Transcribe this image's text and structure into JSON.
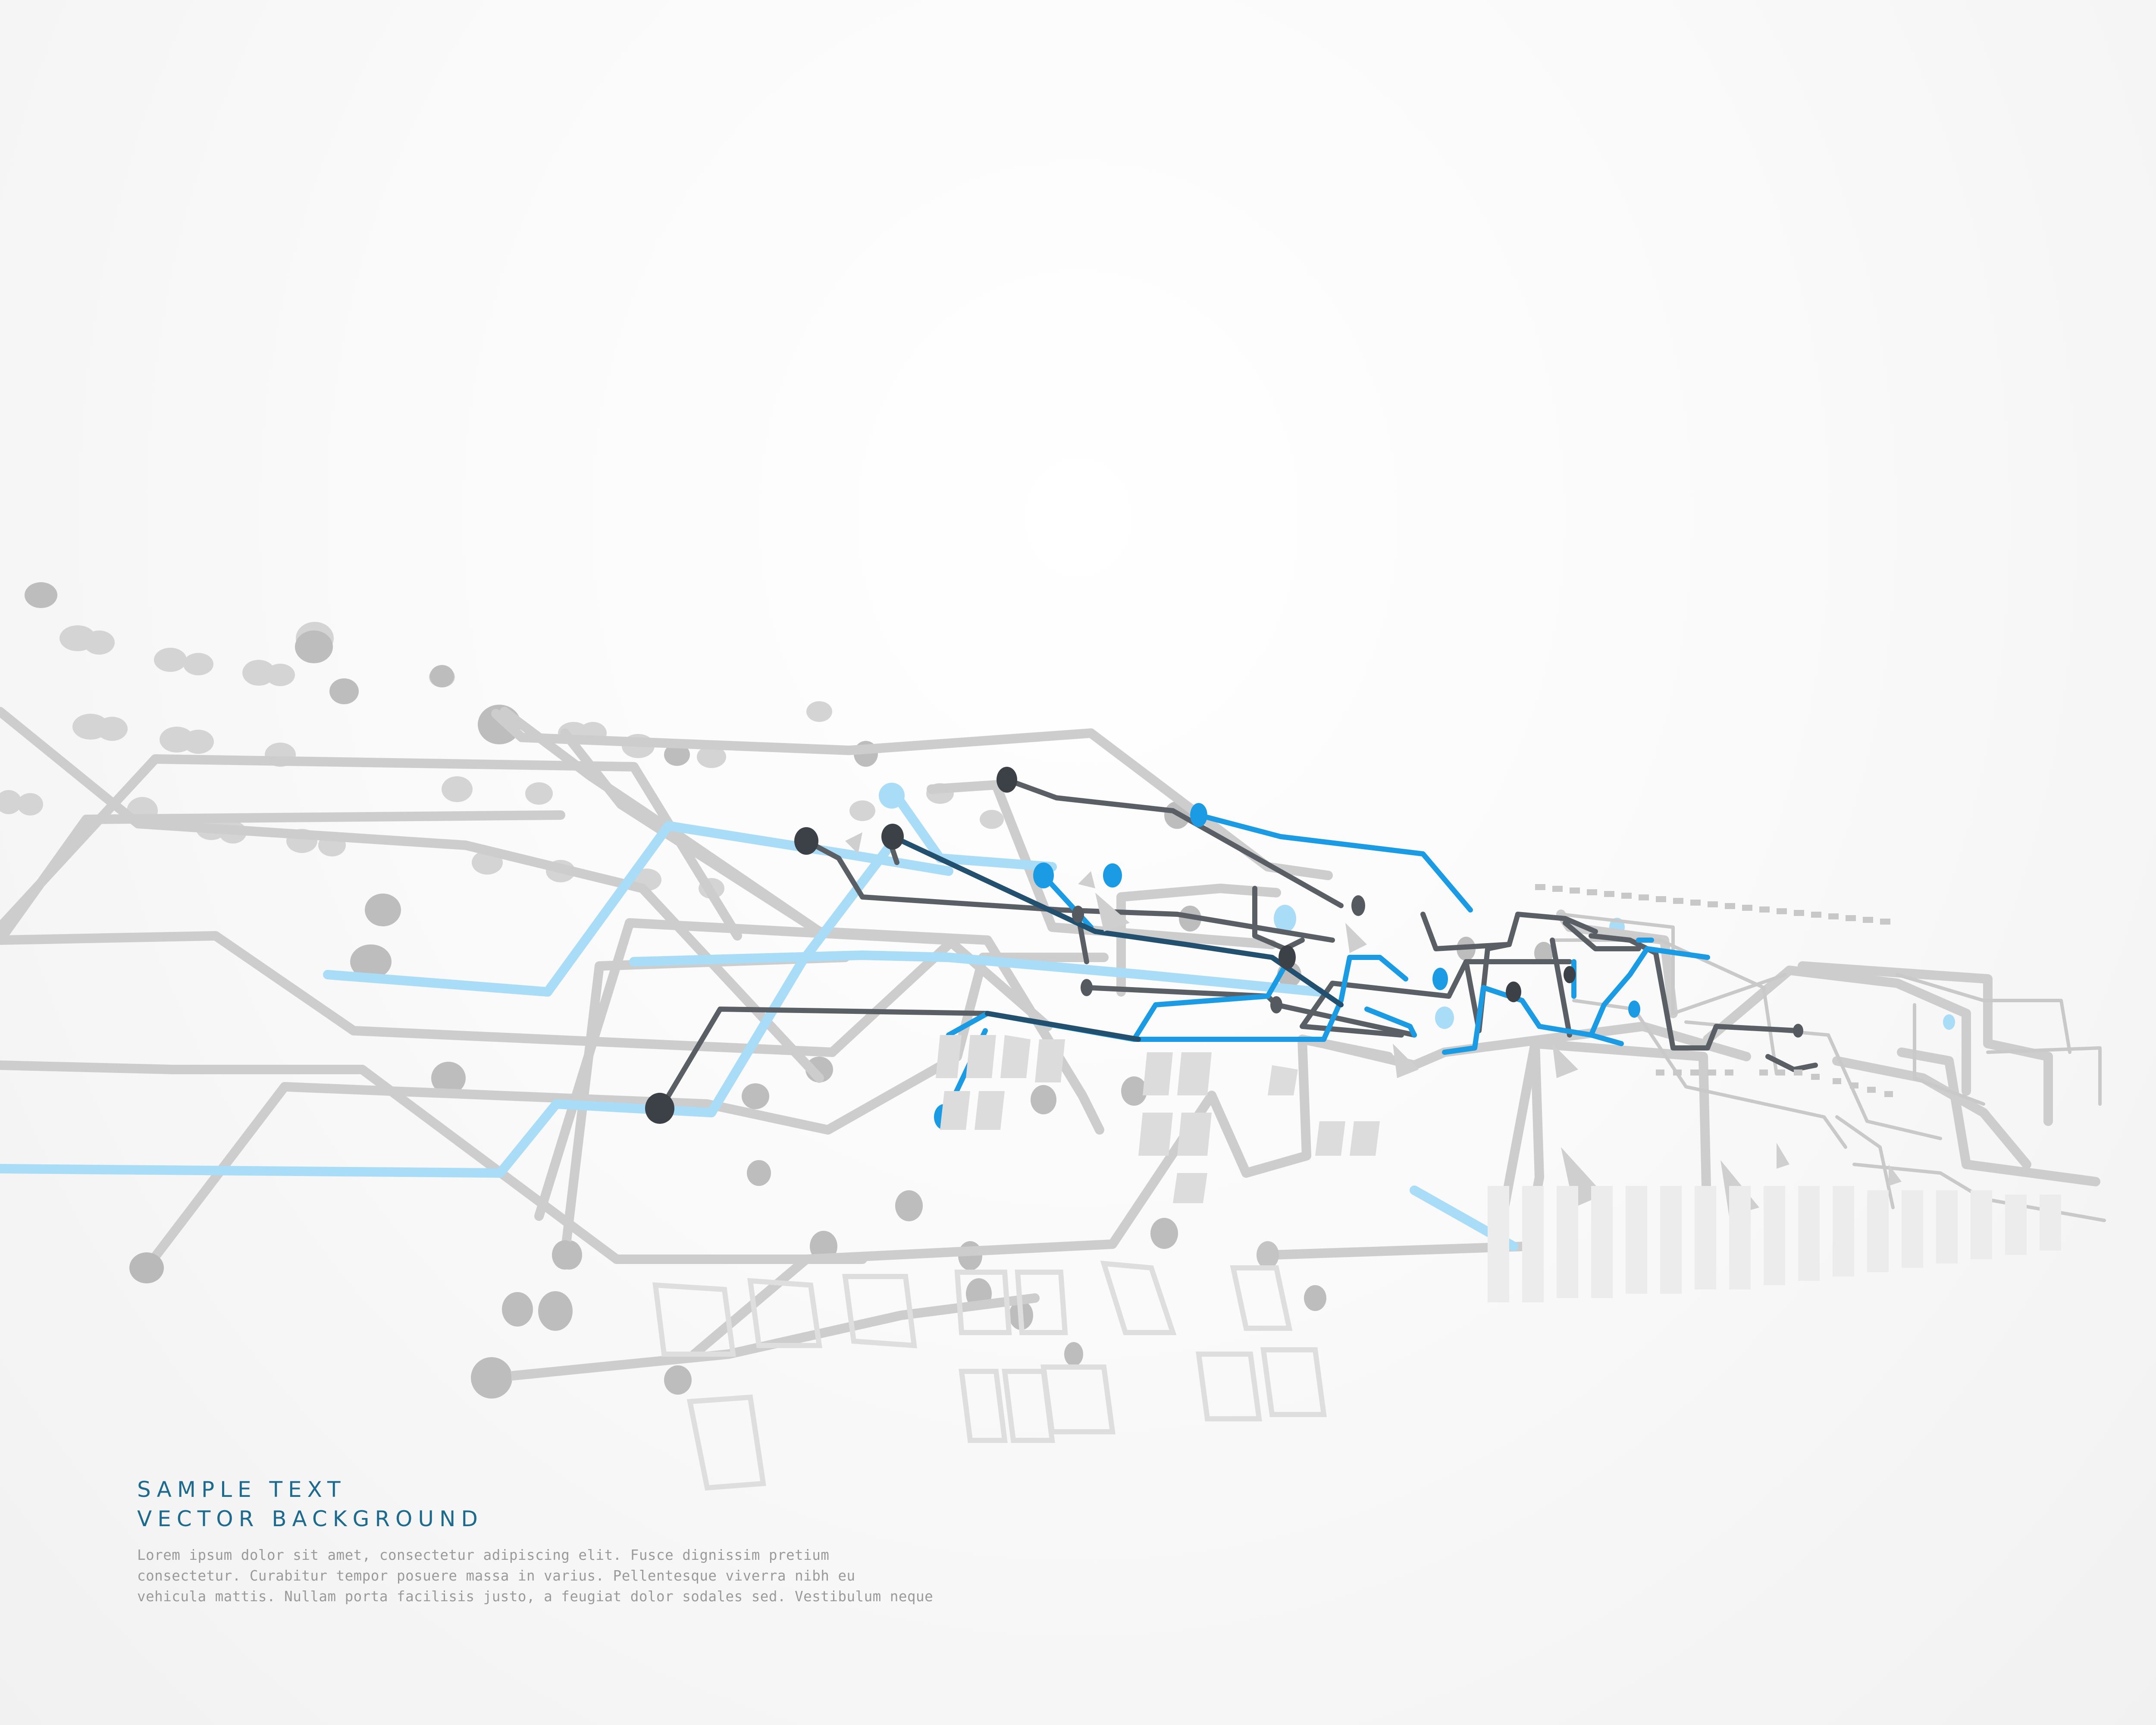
{
  "heading": {
    "line1": "SAMPLE TEXT",
    "line2": "VECTOR BACKGROUND"
  },
  "body_lines": [
    "Lorem ipsum dolor sit amet, consectetur adipiscing elit. Fusce dignissim pretium",
    "consectetur. Curabitur tempor posuere massa in varius. Pellentesque viverra nibh eu",
    "vehicula mattis. Nullam porta facilisis justo, a feugiat dolor sodales sed. Vestibulum neque"
  ],
  "colors": {
    "heading": "#1d6a8f",
    "body_text": "#9a9a9a",
    "circuit_blue": "#1a9be3",
    "circuit_light_blue": "#a8dcf7",
    "circuit_dark": "#555a60",
    "circuit_gray": "#c8c8c8",
    "background": "#f8f8f8"
  }
}
